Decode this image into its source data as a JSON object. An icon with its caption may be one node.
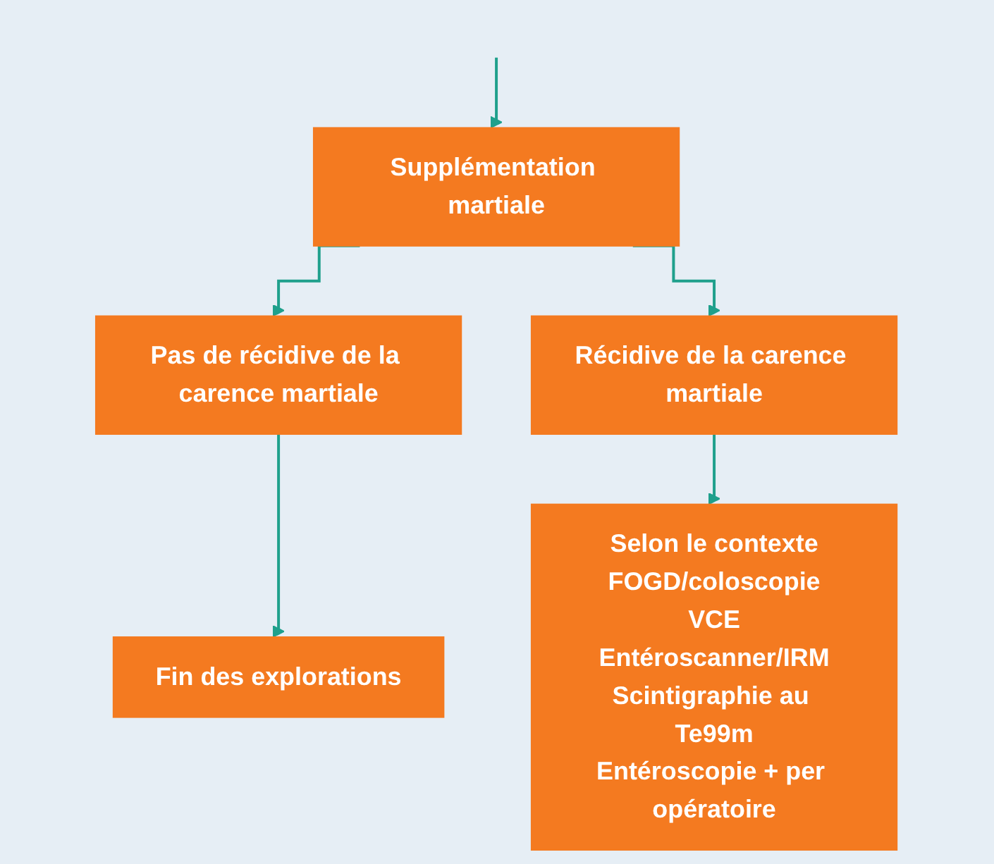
{
  "diagram": {
    "nodes": [
      {
        "text": [
          "Supplémentation martiale"
        ]
      },
      {
        "text": [
          "Pas de récidive de la carence martiale"
        ]
      },
      {
        "text": [
          "Récidive de la carence martiale"
        ]
      },
      {
        "text": [
          "Fin des explorations"
        ]
      },
      {
        "text": [
          "Selon le contexte",
          "FOGD/coloscopie",
          "VCE",
          "Entéroscanner/IRM",
          "Scintigraphie au Te99m",
          "Entéroscopie + per opératoire"
        ]
      }
    ],
    "edges": [
      {
        "from": null,
        "to": 0,
        "arrow": "to"
      },
      {
        "from": 0,
        "to": 1,
        "arrow": "to"
      },
      {
        "from": 0,
        "to": 2,
        "arrow": "to"
      },
      {
        "from": 1,
        "to": 3,
        "arrow": "to"
      },
      {
        "from": 2,
        "to": 4,
        "arrow": "to"
      }
    ]
  }
}
